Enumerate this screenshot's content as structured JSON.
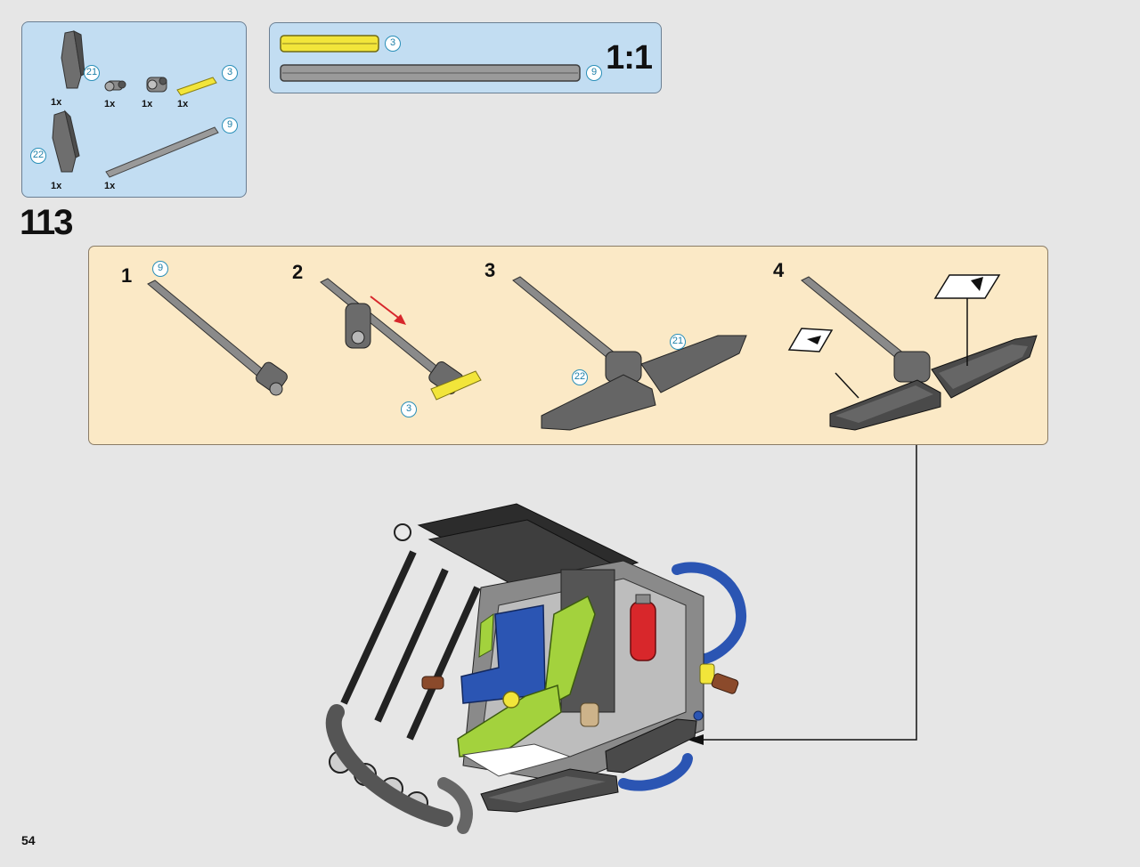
{
  "parts_list": {
    "items": [
      {
        "qty": "1x",
        "callout": "21",
        "icon": "angled-panel-part"
      },
      {
        "qty": "1x",
        "callout": "",
        "icon": "connector-part"
      },
      {
        "qty": "1x",
        "callout": "",
        "icon": "connector-part"
      },
      {
        "qty": "1x",
        "callout": "3",
        "icon": "yellow-axle-part"
      },
      {
        "qty": "1x",
        "callout": "22",
        "icon": "angled-panel-part"
      },
      {
        "qty": "1x",
        "callout": "9",
        "icon": "grey-axle-part"
      }
    ]
  },
  "scale_guide": {
    "label": "1:1",
    "yellow_axle_length": "3",
    "grey_axle_length": "9",
    "colors": {
      "yellow": "#f2e53a",
      "grey": "#9a9a9a"
    }
  },
  "step": {
    "number": "113"
  },
  "substeps": [
    {
      "number": "1",
      "callouts": [
        "9"
      ]
    },
    {
      "number": "2",
      "callouts": [
        "3"
      ]
    },
    {
      "number": "3",
      "callouts": [
        "21",
        "22"
      ]
    },
    {
      "number": "4",
      "callouts": []
    }
  ],
  "page": {
    "number": "54"
  },
  "colors": {
    "background": "#e6e6e6",
    "parts_panel": "#c2ddf2",
    "substep_panel": "#fbe9c6",
    "callout_ring": "#2a8fb8",
    "arrow_red": "#d7262b",
    "lime": "#a3d23d",
    "blue": "#2b55b3"
  }
}
